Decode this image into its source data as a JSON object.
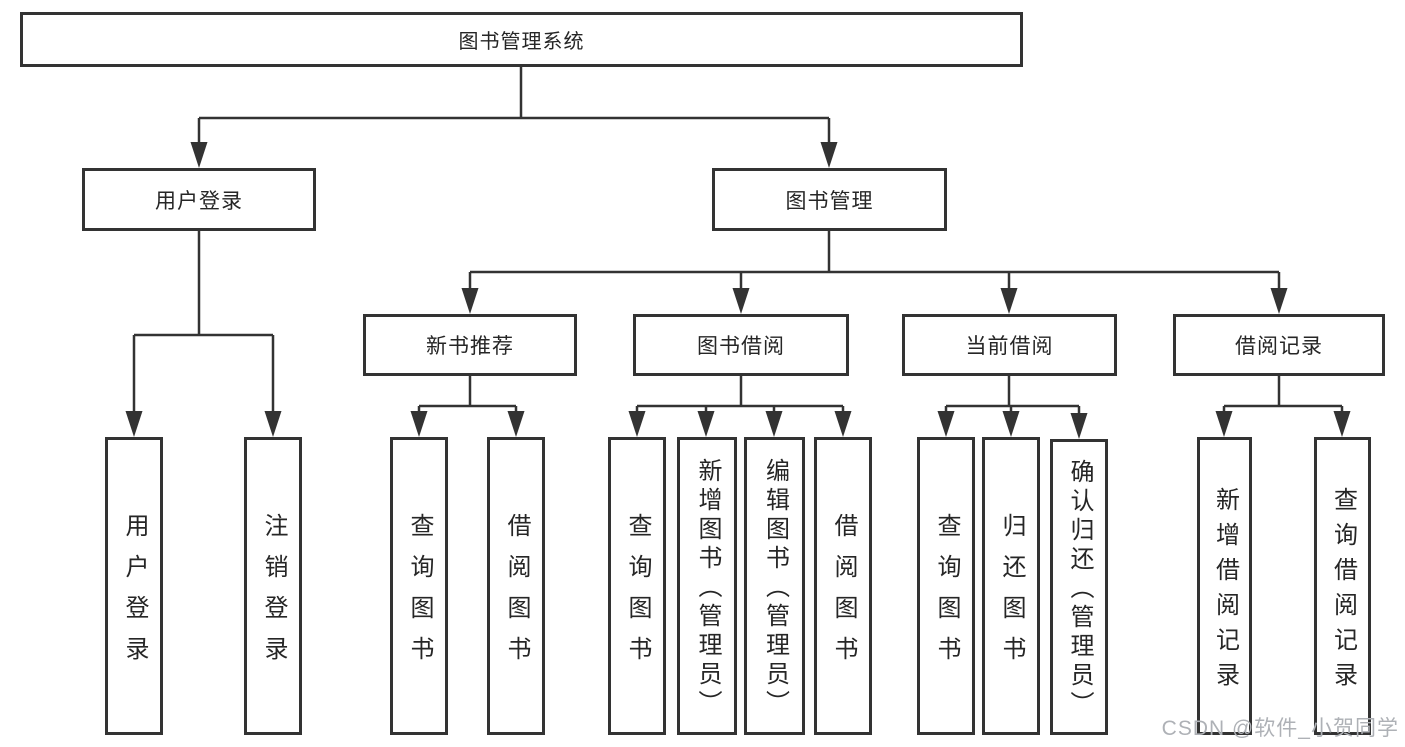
{
  "diagram": {
    "title": "图书管理系统",
    "branches": [
      {
        "label": "用户登录",
        "children": [
          "用户登录",
          "注销登录"
        ]
      },
      {
        "label": "图书管理",
        "children": [
          {
            "label": "新书推荐",
            "children": [
              "查询图书",
              "借阅图书"
            ]
          },
          {
            "label": "图书借阅",
            "children": [
              "查询图书",
              "新增图书（管理员）",
              "编辑图书（管理员）",
              "借阅图书"
            ]
          },
          {
            "label": "当前借阅",
            "children": [
              "查询图书",
              "归还图书",
              "确认归还（管理员）"
            ]
          },
          {
            "label": "借阅记录",
            "children": [
              "新增借阅记录",
              "查询借阅记录"
            ]
          }
        ]
      }
    ]
  },
  "watermark": "CSDN @软件_小贺同学",
  "colors": {
    "line": "#333333",
    "text": "#262626",
    "watermark": "#aeb1b6",
    "background": "#ffffff"
  }
}
